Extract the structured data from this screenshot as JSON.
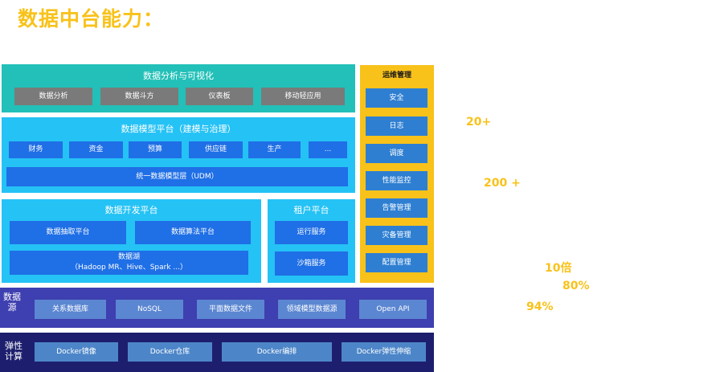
{
  "title": "数据中台能力：",
  "analytics": {
    "title": "数据分析与可视化",
    "buttons": [
      "数据分析",
      "数据斗方",
      "仪表板",
      "移动轻应用"
    ]
  },
  "model": {
    "title": "数据模型平台（建模与治理）",
    "buttons": [
      "财务",
      "资金",
      "预算",
      "供应链",
      "生产",
      "..."
    ],
    "udm": "统一数据模型层（UDM）"
  },
  "devplatform": {
    "title": "数据开发平台",
    "buttons": [
      "数据抽取平台",
      "数据算法平台"
    ],
    "lake_line1": "数据湖",
    "lake_line2": "（Hadoop MR、Hive、Spark ...）"
  },
  "tenant": {
    "title": "租户平台",
    "buttons": [
      "运行服务",
      "沙箱服务"
    ]
  },
  "ops": {
    "title": "运维管理",
    "buttons": [
      "安全",
      "日志",
      "调度",
      "性能监控",
      "告警管理",
      "灾备管理",
      "配置管理"
    ]
  },
  "datasource": {
    "label_line1": "数据",
    "label_line2": "源",
    "buttons": [
      "关系数据库",
      "NoSQL",
      "平面数据文件",
      "领域模型数据源",
      "Open API"
    ]
  },
  "compute": {
    "label_line1": "弹性",
    "label_line2": "计算",
    "buttons": [
      "Docker镜像",
      "Docker仓库",
      "Docker编排",
      "Docker弹性伸缩"
    ]
  },
  "stats": [
    "20+",
    "200 +",
    "10倍",
    "80%",
    "94%"
  ],
  "colors": {
    "title": "#f8c21a",
    "analytics": "#22c0b8",
    "model": "#25c2f5",
    "ops": "#f8c21a",
    "datasource": "#3e3fb0",
    "compute": "#1d1f6e"
  }
}
